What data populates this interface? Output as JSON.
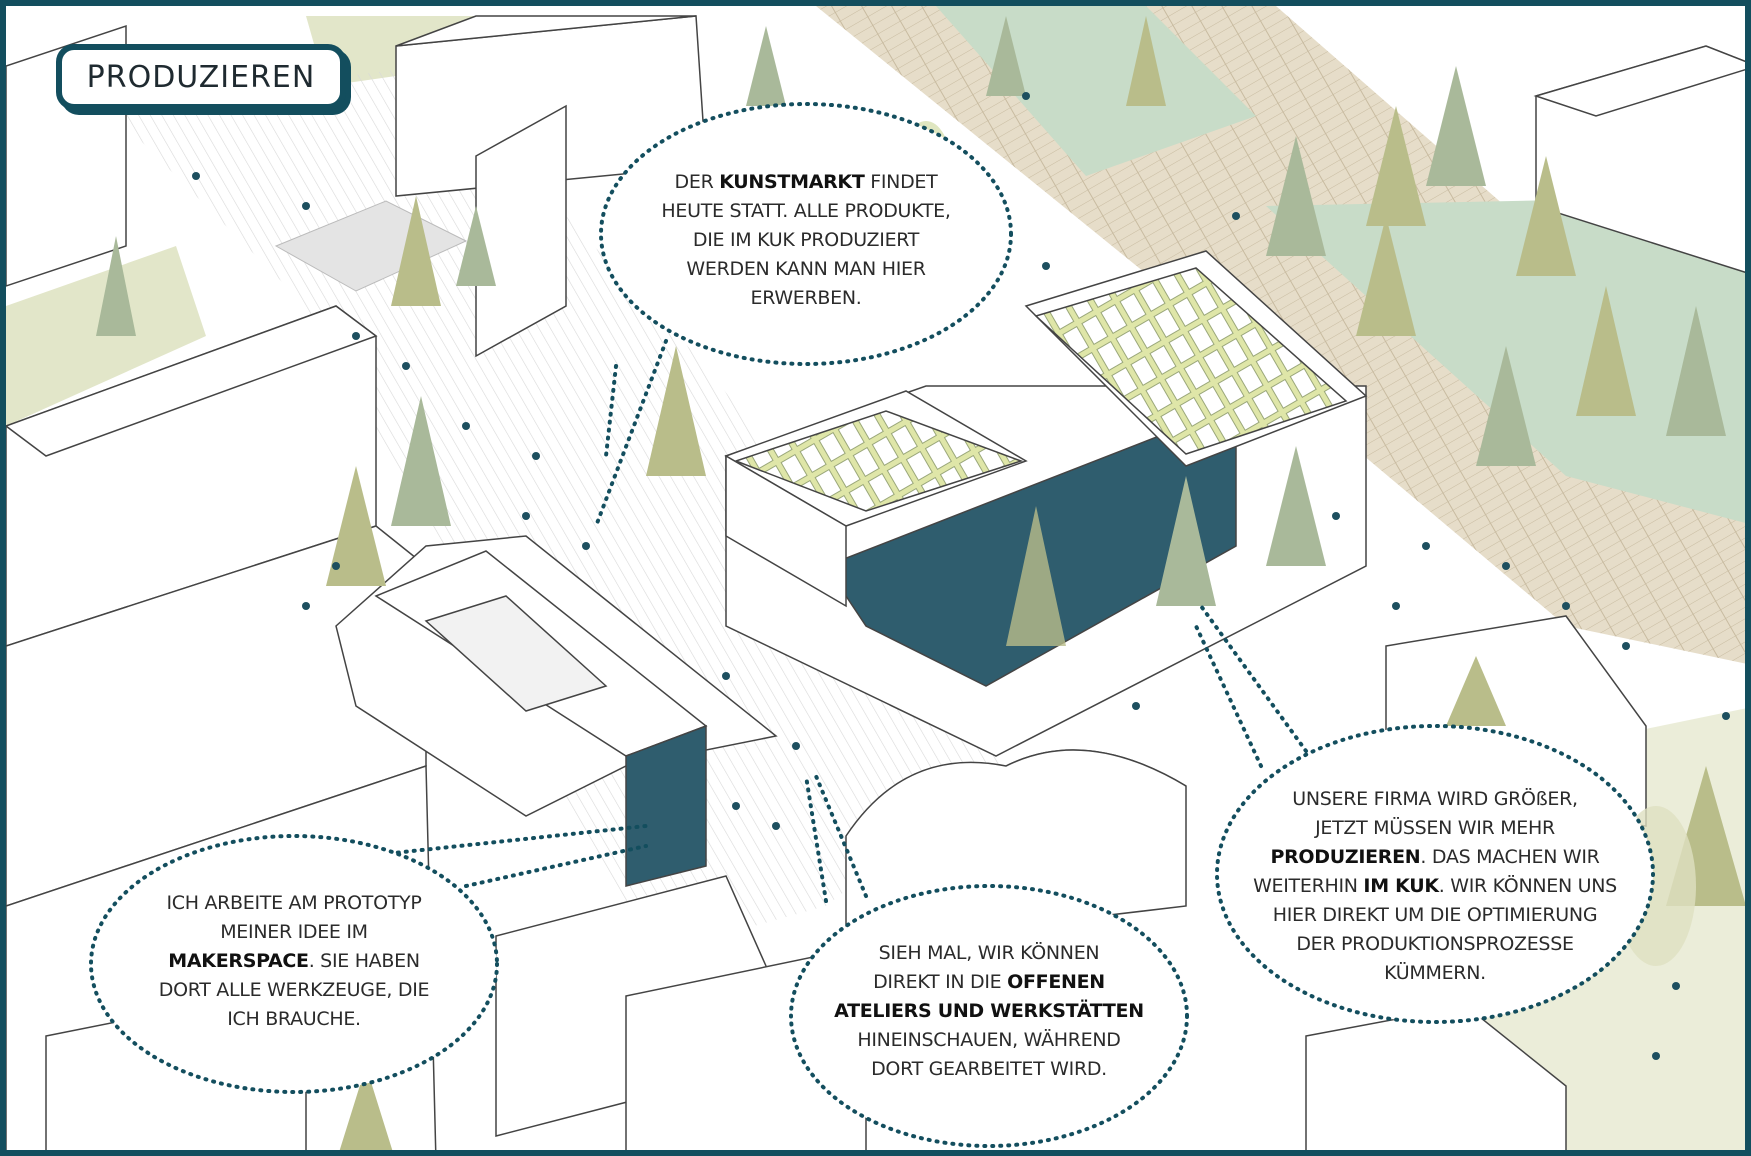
{
  "title": "PRODUZIEREN",
  "colors": {
    "frame": "#134e5e",
    "building_dark": "#2f5d6e",
    "tree_olive": "#b9bd8a",
    "tree_sage": "#a9b99a",
    "green_strip": "#c8dcc8",
    "roof_green": "#dfe6a8",
    "path_beige": "#e6ddc9",
    "people": "#1d4f5f"
  },
  "bubbles": {
    "kunstmarkt": {
      "l1a": "DER ",
      "l1b": "KUNSTMARKT",
      "l1c": " FINDET",
      "l2": "HEUTE STATT. ALLE PRODUKTE,",
      "l3": "DIE IM KUK PRODUZIERT",
      "l4": "WERDEN KANN MAN HIER",
      "l5": "ERWERBEN."
    },
    "makerspace": {
      "l1": "ICH ARBEITE AM PROTOTYP",
      "l2": "MEINER IDEE IM",
      "l3a": "MAKERSPACE",
      "l3b": ". SIE HABEN",
      "l4": "DORT ALLE WERKZEUGE, DIE",
      "l5": "ICH BRAUCHE."
    },
    "ateliers": {
      "l1": "SIEH MAL, WIR KÖNNEN",
      "l2a": "DIREKT IN DIE ",
      "l2b": "OFFENEN",
      "l3": "ATELIERS UND WERKSTÄTTEN",
      "l4": "HINEINSCHAUEN, WÄHREND",
      "l5": "DORT GEARBEITET WIRD."
    },
    "firma": {
      "l1": "UNSERE FIRMA WIRD GRÖßER,",
      "l2": "JETZT MÜSSEN WIR MEHR",
      "l3a": "PRODUZIEREN",
      "l3b": ". DAS MACHEN WIR",
      "l4a": "WEITERHIN ",
      "l4b": "IM KUK",
      "l4c": ". WIR KÖNNEN UNS",
      "l5": "HIER DIREKT UM DIE OPTIMIERUNG",
      "l6": "DER PRODUKTIONSPROZESSE",
      "l7": "KÜMMERN."
    }
  }
}
